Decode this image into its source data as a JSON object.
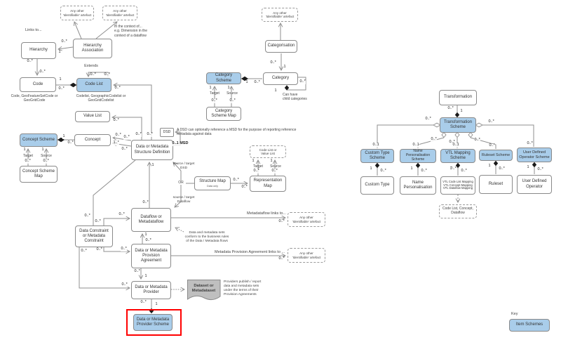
{
  "mult": {
    "zm": "0..*",
    "one": "1",
    "zo": "0..1",
    "om": "1..*",
    "msd": "0..1 MSD"
  },
  "nodes": {
    "artefact": "Any other\n'Identifiable' artefact",
    "hierarchy": "Hierarchy",
    "hierarchy_association": "Hierarchy\nAssociation",
    "code": "Code",
    "code_list": "Code List",
    "value_list": "Value List",
    "concept_scheme": "Concept Scheme",
    "concept": "Concept",
    "concept_scheme_map": "Concept Scheme\nMap",
    "dsd": "Data or Metadata\nStructure Definition",
    "dsd_tag": "DSD",
    "structure_map": "Structure Map",
    "structure_map_sub": "Data only",
    "representation_map": "Representation\nMap",
    "code_or_value_list": "Code List or\nValue List",
    "category_scheme": "Category Scheme",
    "category": "Category",
    "categorisation": "Categorisation",
    "category_scheme_map": "Category\nScheme Map",
    "dataflow": "Dataflow or\nMetadataflow",
    "data_constraint": "Data Constraint\nor Metadata\nConstraint",
    "provision_agreement": "Data or Metadata\nProvision\nAgreement",
    "provider": "Data or Metadata\nProvider",
    "dataset": "Dataset or\nMetadataset",
    "provider_scheme": "Data  or Metadata\nProvider Scheme",
    "transformation": "Transformation",
    "transformation_scheme": "Transformation\nScheme",
    "custom_type_scheme": "Custom Type\nScheme",
    "name_personalisation_scheme": "Name Personalisation\nScheme",
    "vtl_mapping_scheme": "VTL Mapping\nScheme",
    "ruleset_scheme": "Ruleset Scheme",
    "user_defined_operator_scheme": "User Defined\nOperator Scheme",
    "custom_type": "Custom Type",
    "name_personalisation": "Name\nPersonalisation",
    "vtl_mappings": "VTL Code List Mapping\nVTL Concept Mapping\nVTL Dataflow Mapping",
    "ruleset": "Ruleset",
    "user_defined_operator": "User Defined\nOperator",
    "code_list_concept_dataflow": "Code List, Concept,\nDataflow"
  },
  "annotations": {
    "links_to": "Links to...",
    "in_context": "In the context of...\ne.g. Dimension in the\ncontext of a dataflow",
    "extends": "Extends",
    "code_caption": "Code, GeoFeatureSetCode or\nGeoGridCode",
    "codelist_caption": "Codelist, GeographicCodelist or\nGeoGridCodelist",
    "dsd_note": "A DSD can optionally reference a MSD for the purpose of reporting reference\nmetadata against data",
    "target": "Target",
    "source": "Source",
    "or_label": "OR",
    "source_target_dsd": "source / target\nDSD",
    "source_target_dataflow": "source / target\nDataflow",
    "can_have_children": "Can have\nchild categories",
    "metadataflow_links": "Metadataflow links to...",
    "conform_note": "Data and metadata sets\nconform to the business rules\nof the Data / Metadata flows",
    "mpa_links": "Metadata Provision Agreement links to ...",
    "providers_publish": "Providers publish / report\ndata and metadata sets\nunder the terms of their\nProvision Agreements",
    "key_title": "Key",
    "key_item": "Item Schemes"
  },
  "colors": {
    "scheme_fill": "#A9CDEA",
    "gray_fill": "#BFBFBF",
    "highlight": "#FF0000",
    "line": "#8F8F8F"
  }
}
